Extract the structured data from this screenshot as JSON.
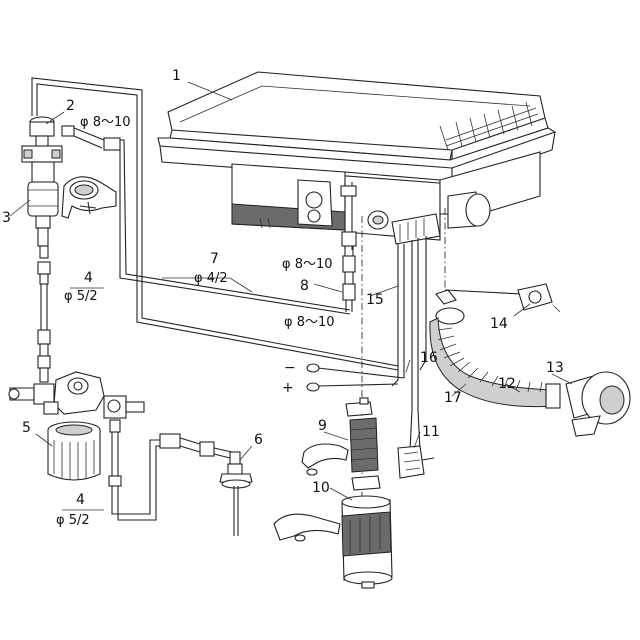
{
  "labels": {
    "p1": "1",
    "p2": "2",
    "p3": "3",
    "p4a": "4",
    "p4b": "4",
    "p5": "5",
    "p6": "6",
    "p7": "7",
    "p8": "8",
    "p9": "9",
    "p10": "10",
    "p11": "11",
    "p12": "12",
    "p13": "13",
    "p14": "14",
    "p15": "15",
    "p16": "16",
    "p17": "17",
    "minus": "−",
    "plus": "+"
  },
  "dims": {
    "d_top": "φ 8～10",
    "d_mid1": "φ 8～10",
    "d_mid2": "φ 8～10",
    "d_7": "φ 4/2",
    "d_4a": "φ 5/2",
    "d_4b": "φ 5/2"
  }
}
